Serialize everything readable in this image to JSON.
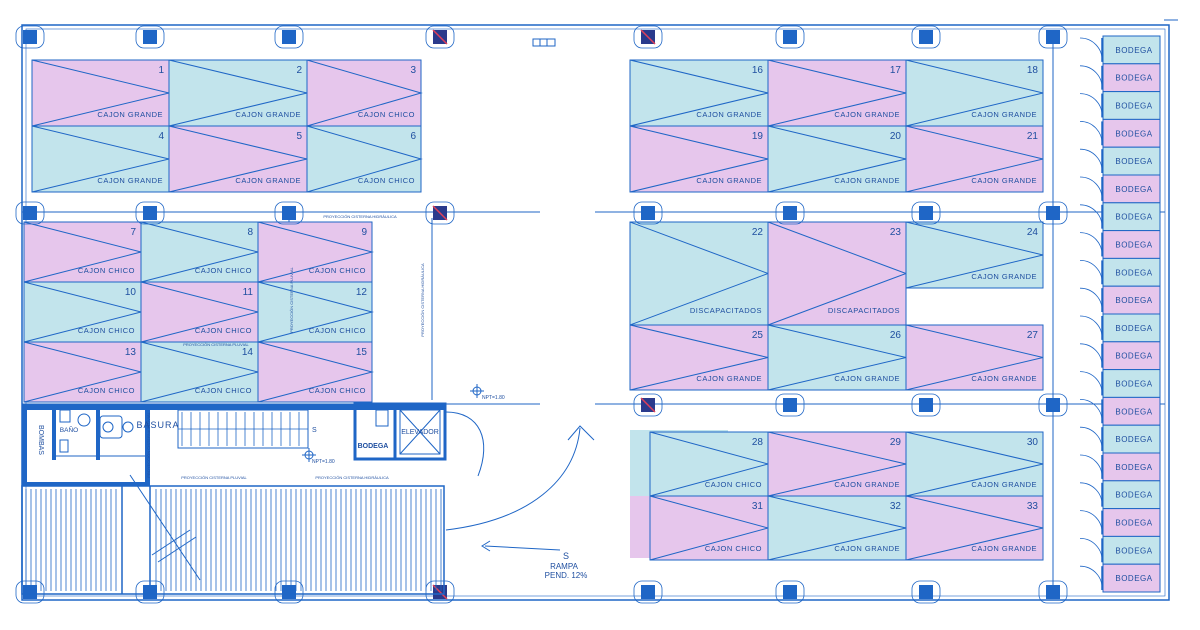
{
  "colors": {
    "line": "#1f66c6",
    "pink": "#e6c6ec",
    "blue": "#c2e4ec",
    "column": "#1f66c6",
    "column_alt": "#2a3a8c",
    "text": "#1f4fa0",
    "background": "#ffffff"
  },
  "spaces": [
    {
      "n": "1",
      "label": "CAJON GRANDE",
      "fill": "pink"
    },
    {
      "n": "2",
      "label": "CAJON GRANDE",
      "fill": "blue"
    },
    {
      "n": "3",
      "label": "CAJON CHICO",
      "fill": "pink"
    },
    {
      "n": "4",
      "label": "CAJON GRANDE",
      "fill": "blue"
    },
    {
      "n": "5",
      "label": "CAJON GRANDE",
      "fill": "pink"
    },
    {
      "n": "6",
      "label": "CAJON CHICO",
      "fill": "blue"
    },
    {
      "n": "7",
      "label": "CAJON CHICO",
      "fill": "pink"
    },
    {
      "n": "8",
      "label": "CAJON CHICO",
      "fill": "blue"
    },
    {
      "n": "9",
      "label": "CAJON CHICO",
      "fill": "pink"
    },
    {
      "n": "10",
      "label": "CAJON CHICO",
      "fill": "blue"
    },
    {
      "n": "11",
      "label": "CAJON CHICO",
      "fill": "pink"
    },
    {
      "n": "12",
      "label": "CAJON CHICO",
      "fill": "blue"
    },
    {
      "n": "13",
      "label": "CAJON CHICO",
      "fill": "pink"
    },
    {
      "n": "14",
      "label": "CAJON CHICO",
      "fill": "blue"
    },
    {
      "n": "15",
      "label": "CAJON CHICO",
      "fill": "pink"
    },
    {
      "n": "16",
      "label": "CAJON GRANDE",
      "fill": "blue"
    },
    {
      "n": "17",
      "label": "CAJON GRANDE",
      "fill": "pink"
    },
    {
      "n": "18",
      "label": "CAJON GRANDE",
      "fill": "blue"
    },
    {
      "n": "19",
      "label": "CAJON GRANDE",
      "fill": "pink"
    },
    {
      "n": "20",
      "label": "CAJON GRANDE",
      "fill": "blue"
    },
    {
      "n": "21",
      "label": "CAJON GRANDE",
      "fill": "pink"
    },
    {
      "n": "22",
      "label": "DISCAPACITADOS",
      "fill": "blue"
    },
    {
      "n": "23",
      "label": "DISCAPACITADOS",
      "fill": "pink"
    },
    {
      "n": "24",
      "label": "CAJON GRANDE",
      "fill": "blue"
    },
    {
      "n": "25",
      "label": "CAJON GRANDE",
      "fill": "pink"
    },
    {
      "n": "26",
      "label": "CAJON GRANDE",
      "fill": "blue"
    },
    {
      "n": "27",
      "label": "CAJON GRANDE",
      "fill": "pink"
    },
    {
      "n": "28",
      "label": "CAJON CHICO",
      "fill": "blue"
    },
    {
      "n": "29",
      "label": "CAJON GRANDE",
      "fill": "pink"
    },
    {
      "n": "30",
      "label": "CAJON GRANDE",
      "fill": "blue"
    },
    {
      "n": "31",
      "label": "CAJON CHICO",
      "fill": "pink"
    },
    {
      "n": "32",
      "label": "CAJON GRANDE",
      "fill": "blue"
    },
    {
      "n": "33",
      "label": "CAJON GRANDE",
      "fill": "pink"
    }
  ],
  "storage_units": [
    "BODEGA",
    "BODEGA",
    "BODEGA",
    "BODEGA",
    "BODEGA",
    "BODEGA",
    "BODEGA",
    "BODEGA",
    "BODEGA",
    "BODEGA",
    "BODEGA",
    "BODEGA",
    "BODEGA",
    "BODEGA",
    "BODEGA",
    "BODEGA",
    "BODEGA",
    "BODEGA",
    "BODEGA",
    "BODEGA"
  ],
  "rooms": {
    "bombas": "BOMBAS",
    "bano": "BAÑO",
    "basura": "BASURA",
    "bodega": "BODEGA",
    "elevador": "ELEVADOR"
  },
  "ramp": {
    "direction": "S",
    "name": "RAMPA",
    "slope": "PEND. 12%"
  },
  "annotations": {
    "level_1": "NPT=1.80",
    "level_2": "NPT=1.80",
    "stair_mark": "S",
    "cistern_hydraulic_top": "PROYECCIÓN CISTERNA HIDRÁULICA",
    "cistern_hydraulic_vertical": "PROYECCIÓN CISTERNA HIDRÁULICA",
    "cistern_pluvial_vertical": "PROYECCIÓN CISTERNA PLUVIAL",
    "cistern_pluvial_mid": "PROYECCIÓN CISTERNA PLUVIAL",
    "cistern_pluvial_bottom": "PROYECCIÓN CISTERNA PLUVIAL",
    "cistern_hydraulic_bottom": "PROYECCIÓN CISTERNA HIDRÁULICA"
  }
}
